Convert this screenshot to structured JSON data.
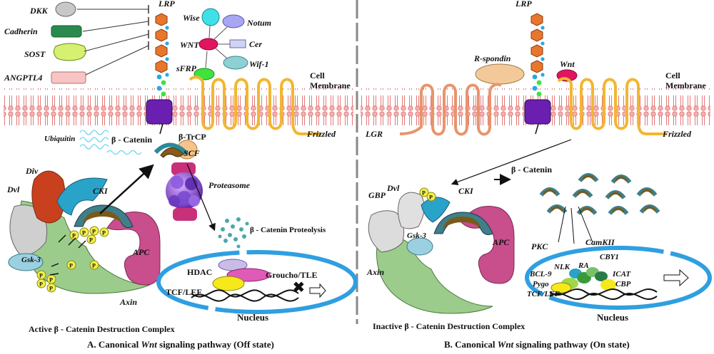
{
  "panel_a": {
    "inhibitors": [
      "DKK",
      "Cadherin",
      "SOST",
      "ANGPTL4"
    ],
    "lrp": "LRP",
    "wise": "Wise",
    "notum": "Notum",
    "wnt": "WNT",
    "cer": "Cer",
    "sfrp": "sFRP",
    "wif1": "Wif-1",
    "cell_membrane_1": "Cell",
    "cell_membrane_2": "Membrane",
    "frizzled": "Frizzled",
    "ubiquitin": "Ubiquitin",
    "beta_catenin": "β - Catenin",
    "btrcp": "β-TrCP",
    "scf": "SCF",
    "proteasome": "Proteasome",
    "proteolysis": "β - Catenin Proteolysis",
    "div": "Div",
    "dvl": "Dvl",
    "cki": "CKI",
    "gsk3": "Gsk-3",
    "apc": "APC",
    "axin": "Axin",
    "hdac": "HDAC",
    "groucho": "Groucho/TLE",
    "tcf": "TCF/LEF",
    "nucleus": "Nucleus",
    "p": "P",
    "complex_label": "Active β - Catenin Destruction Complex",
    "caption_prefix": "A. Canonical ",
    "caption_italic": "Wnt",
    "caption_suffix": " signaling pathway (Off state)"
  },
  "panel_b": {
    "lrp": "LRP",
    "rspondin": "R-spondin",
    "wnt": "Wnt",
    "cell_membrane_1": "Cell",
    "cell_membrane_2": "Membrane",
    "lgr": "LGR",
    "frizzled": "Frizzled",
    "beta_catenin": "β - Catenin",
    "gbp": "GBP",
    "dvl": "Dvl",
    "cki": "CKI",
    "gsk3": "Gsk-3",
    "apc": "APC",
    "axin": "Axin",
    "pkc": "PKC",
    "camkii": "CamKII",
    "nlk": "NLK",
    "ra": "RA",
    "cby1": "CBY1",
    "bcl9": "BCL-9",
    "icat": "ICAT",
    "pygo": "Pygo",
    "cbp": "CBP",
    "tcf": "TCF/LEF",
    "nucleus": "Nucleus",
    "p": "P",
    "complex_label": "Inactive β - Catenin Destruction Complex",
    "caption_prefix": "B. Canonical ",
    "caption_italic": "Wnt",
    "caption_suffix": " signaling pathway (On state)"
  },
  "colors": {
    "membrane": "#f08a8a",
    "lrp_orange": "#e8772e",
    "lrp_blue": "#29a8e0",
    "receptor_purple": "#6a1fb0",
    "frizzled": "#f2b632",
    "apc": "#c94e8c",
    "axin": "#9ccc8c",
    "cki": "#2aa3c9",
    "div": "#c8401e",
    "dvl": "#c8c8c8",
    "nucleus": "#2f9fe0",
    "p_yellow": "#f4ef4a",
    "wnt": "#e0155e",
    "rspondin": "#f4c99a",
    "lgr": "#e8946c"
  }
}
